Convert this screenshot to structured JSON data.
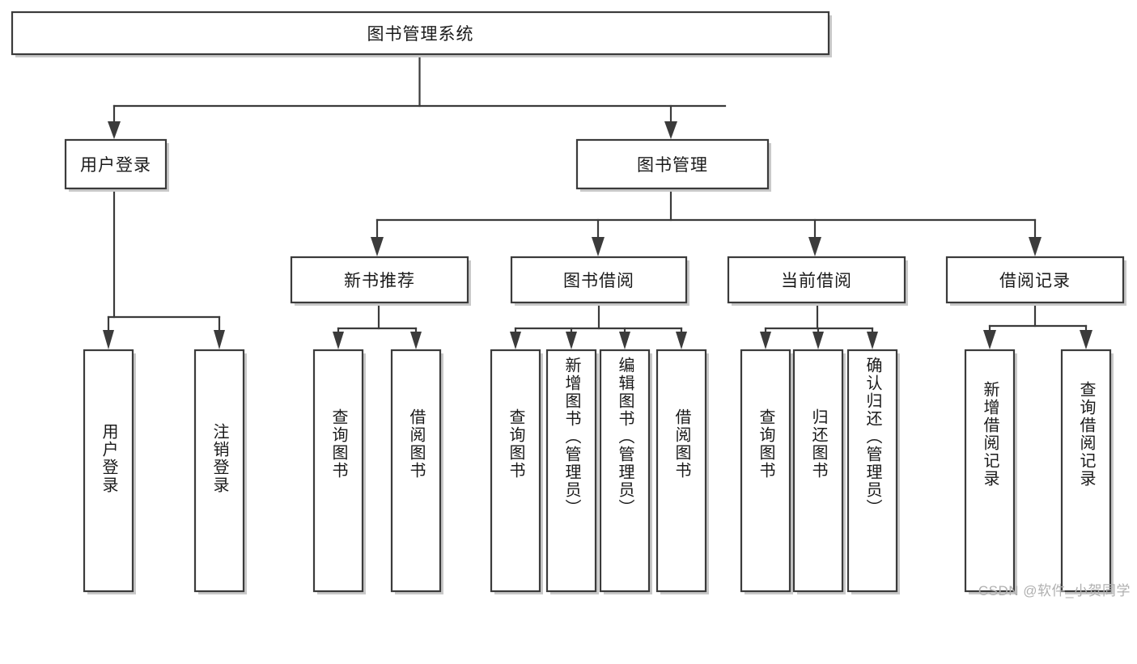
{
  "diagram": {
    "title": "图书管理系统",
    "type": "hierarchy-tree",
    "colors": {
      "box_stroke": "#3b3b3b",
      "box_fill": "#ffffff",
      "text": "#1a1a1a",
      "shadow": "#c9c9c9",
      "watermark": "#b0b0b0",
      "background": "#ffffff"
    },
    "root": {
      "label": "图书管理系统"
    },
    "level2": [
      {
        "label": "用户登录"
      },
      {
        "label": "图书管理"
      }
    ],
    "level3": [
      {
        "label": "新书推荐"
      },
      {
        "label": "图书借阅"
      },
      {
        "label": "当前借阅"
      },
      {
        "label": "借阅记录"
      }
    ],
    "leaves": {
      "user_login": [
        {
          "label": "用户登录"
        },
        {
          "label": "注销登录"
        }
      ],
      "new_book_recommend": [
        {
          "label": "查询图书"
        },
        {
          "label": "借阅图书"
        }
      ],
      "book_borrow": [
        {
          "label": "查询图书"
        },
        {
          "label": "新增图书（管理员）"
        },
        {
          "label": "编辑图书（管理员）"
        },
        {
          "label": "借阅图书"
        }
      ],
      "current_borrow": [
        {
          "label": "查询图书"
        },
        {
          "label": "归还图书"
        },
        {
          "label": "确认归还（管理员）"
        }
      ],
      "borrow_record": [
        {
          "label": "新增借阅记录"
        },
        {
          "label": "查询借阅记录"
        }
      ]
    },
    "watermark": "CSDN @软件_小贺同学"
  }
}
